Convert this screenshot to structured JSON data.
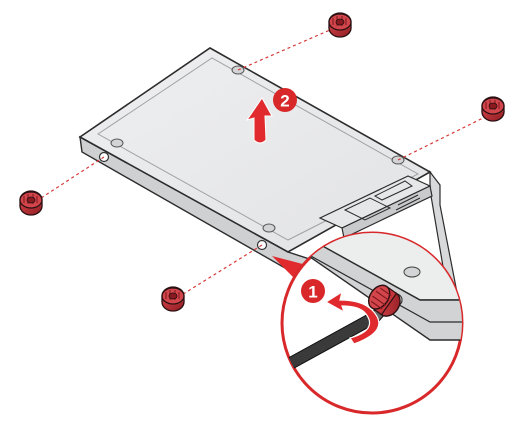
{
  "illustration": {
    "steps": [
      {
        "number": "1"
      },
      {
        "number": "2"
      }
    ],
    "callout_count": 2,
    "screw_count": 5,
    "colors": {
      "step_badge": "#d8282a",
      "arrow": "#e02a2e",
      "screw": "#b3242a",
      "guide_line": "#d83a3a",
      "device_body": "#e9eaeb",
      "device_outline": "#2c2c2c"
    },
    "icons": [
      "screw-icon",
      "screwdriver-icon",
      "curved-arrow-icon",
      "up-arrow-icon"
    ]
  }
}
